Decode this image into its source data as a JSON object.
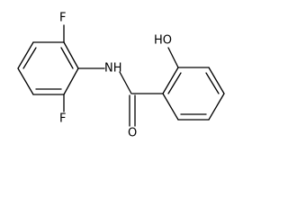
{
  "molecule": {
    "labels": {
      "F_top": "F",
      "F_bottom": "F",
      "NH": "NH",
      "OH": "HO",
      "O": "O"
    }
  },
  "colors": {
    "bond": "#000000",
    "background": "#ffffff"
  }
}
